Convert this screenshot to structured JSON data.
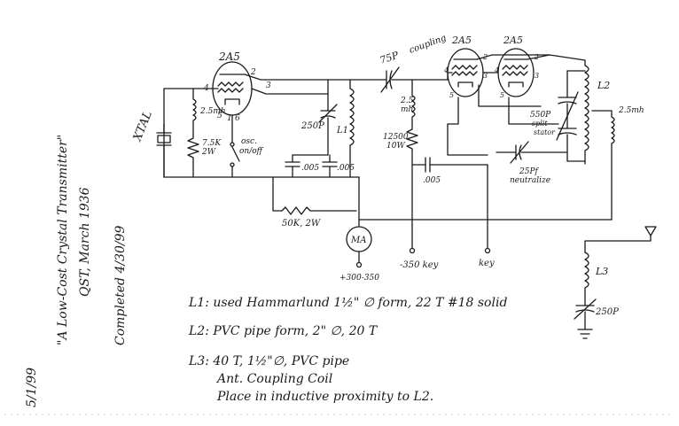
{
  "schematic": {
    "tubes": [
      "2A5",
      "2A5",
      "2A5"
    ],
    "pins": [
      "2",
      "3",
      "4",
      "5",
      "1",
      "6",
      "2",
      "3",
      "4",
      "5",
      "2",
      "3",
      "4",
      "5"
    ],
    "crystal": "XTAL",
    "coupling_cap": "75P",
    "coupling_word": "coupling",
    "labels": {
      "rfc1": "2.5mh",
      "grid_res": "7.5K",
      "grid_res_w": "2W",
      "osc_switch": "osc.",
      "osc_switch2": "on/off",
      "tank_cap": "250P",
      "l1": "L1",
      "bypass1": ".005",
      "bypass2": ".005",
      "rfc2": "2.5",
      "rfc2_unit": "mh",
      "screen_res": "12500",
      "screen_res_w": "10W",
      "bypass3": ".005",
      "cathode_res": "50K, 2W",
      "meter": "MA",
      "b_plus": "+300-350",
      "key_neg": "-350 key",
      "key": "key",
      "split_stator": "550P",
      "split_stator2": "split",
      "split_stator3": "stator",
      "neut_cap": "25Pf",
      "neut_word": "neutralize",
      "l2": "L2",
      "rfc3": "2.5mh",
      "l3": "L3",
      "ant_cap": "250P"
    }
  },
  "notes": {
    "l1": "L1:  used Hammarlund 1½\" ∅ form, 22 T #18 solid",
    "l2": "L2:  PVC pipe form, 2\" ∅, 20 T",
    "l3_a": "L3:  40 T, 1½\"∅, PVC pipe",
    "l3_b": "Ant. Coupling Coil",
    "l3_c": "Place in inductive proximity to L2."
  },
  "side": {
    "title": "\"A Low-Cost Crystal Transmitter\"",
    "source": "QST, March 1936",
    "completed": "Completed  4/30/99",
    "date": "5/1/99"
  }
}
